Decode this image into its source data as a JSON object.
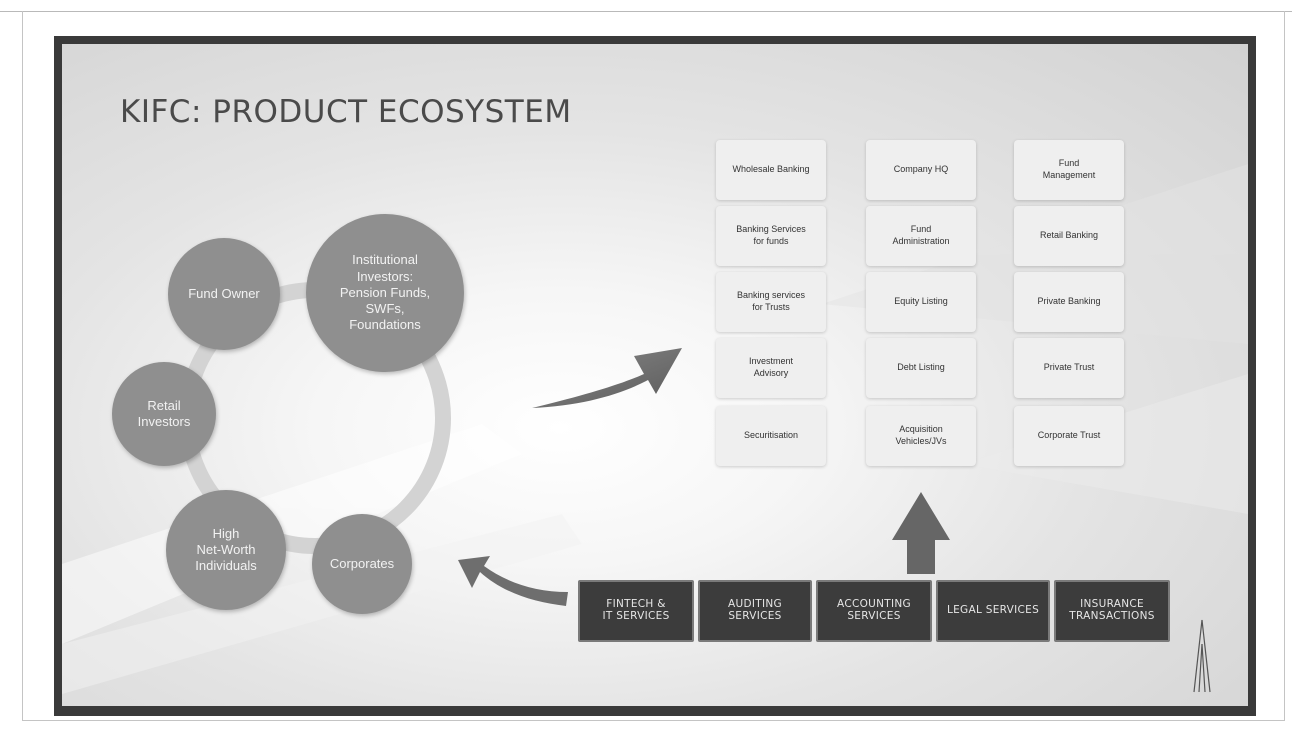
{
  "title": "KIFC: PRODUCT ECOSYSTEM",
  "clients": [
    {
      "label": "Fund Owner"
    },
    {
      "label": "Institutional\nInvestors:\nPension Funds,\nSWFs,\nFoundations"
    },
    {
      "label": "Retail\nInvestors"
    },
    {
      "label": "High\nNet-Worth\nIndividuals"
    },
    {
      "label": "Corporates"
    }
  ],
  "products": {
    "column_1": [
      "Wholesale Banking",
      "Banking Services\nfor funds",
      "Banking services\nfor Trusts",
      "Investment\nAdvisory",
      "Securitisation"
    ],
    "column_2": [
      "Company HQ",
      "Fund\nAdministration",
      "Equity Listing",
      "Debt Listing",
      "Acquisition\nVehicles/JVs"
    ],
    "column_3": [
      "Fund\nManagement",
      "Retail Banking",
      "Private Banking",
      "Private Trust",
      "Corporate Trust"
    ]
  },
  "services": [
    "FINTECH &\nIT SERVICES",
    "AUDITING\nSERVICES",
    "ACCOUNTING\nSERVICES",
    "LEGAL SERVICES",
    "INSURANCE\nTRANSACTIONS"
  ],
  "colors": {
    "circle": "#8f8f8f",
    "service_box": "#3c3c3c",
    "arrow": "#6c6c6c",
    "frame": "#3a3a3a"
  },
  "icons": [
    "arrow-right-icon",
    "arrow-up-icon",
    "arrow-curved-left-icon",
    "logo-icon"
  ]
}
